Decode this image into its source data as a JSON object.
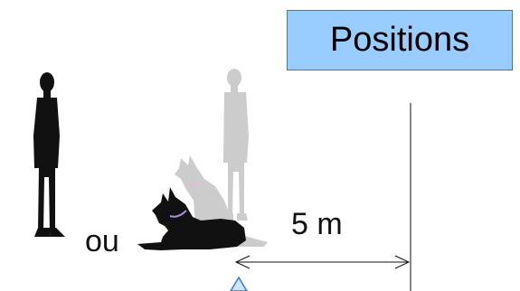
{
  "title": "Positions",
  "connector_word": "ou",
  "distance_label": "5 m",
  "icons": {
    "standing_person": "person-silhouette-icon",
    "faded_person": "person-silhouette-faded-icon",
    "lying_dog": "dog-lying-icon",
    "sitting_dog": "dog-sitting-faded-icon",
    "arrow": "double-arrow-icon",
    "marker": "triangle-marker-icon"
  },
  "colors": {
    "title_background": "#99ccff",
    "title_border": "#3c78c8",
    "silhouette": "#111111",
    "faded": "#cccccc",
    "collar": "#b088e0",
    "marker_fill": "#cfe4ff",
    "marker_stroke": "#3c78c8"
  }
}
